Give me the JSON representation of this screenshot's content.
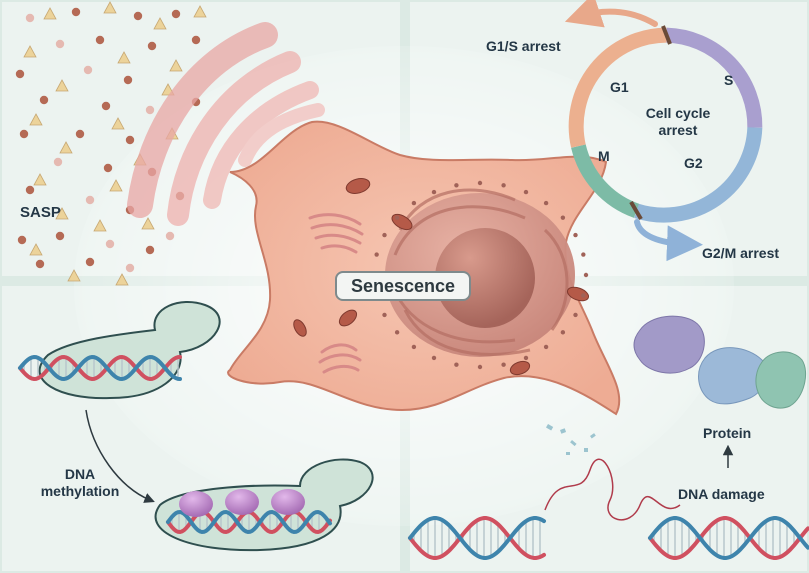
{
  "labels": {
    "sasp": "SASP",
    "senescence": "Senescence",
    "g1s_arrest": "G1/S arrest",
    "g2m_arrest": "G2/M arrest",
    "cell_cycle_line1": "Cell cycle",
    "cell_cycle_line2": "arrest",
    "phase_g1": "G1",
    "phase_s": "S",
    "phase_m": "M",
    "phase_g2": "G2",
    "dna_methylation_line1": "DNA",
    "dna_methylation_line2": "methylation",
    "protein": "Protein",
    "dna_damage": "DNA damage"
  },
  "colors": {
    "background": "#dceae4",
    "cell_body": "#f1b49e",
    "nucleus": "#c98a7d",
    "nucleolus": "#b06f64",
    "mitochondria": "#b55a48",
    "golgi": "#e08f8b",
    "dna_strand_red": "#d05060",
    "dna_strand_blue": "#3e84ac",
    "methyl_group": "#b679c0",
    "phase_g1": "#ecb08f",
    "phase_s": "#a99fcf",
    "phase_g2": "#93b6d8",
    "phase_m": "#7dbba6",
    "protein_purple": "#a29ac8",
    "protein_blue": "#9cb9d8",
    "protein_green": "#8fc4b1",
    "sasp_dot": "#b56a55",
    "sasp_triangle": "#ecd39a"
  },
  "icons": {
    "sasp_particles": "dots-and-triangles-icon",
    "er": "endoplasmic-reticulum-icon",
    "methyl": "methyl-group-icon",
    "protein": "protein-aggregate-icon",
    "arrow": "arrow-icon"
  }
}
